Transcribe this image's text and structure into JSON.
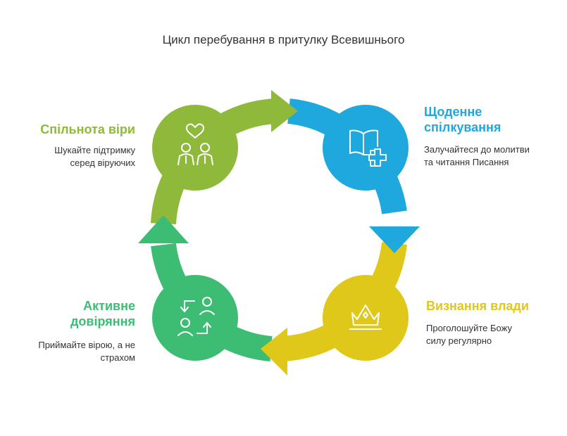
{
  "title": "Цикл перебування в притулку Всевишнього",
  "colors": {
    "green": "#8eb93a",
    "blue": "#1ea8dd",
    "yellow": "#dfc81a",
    "teal": "#3dbd74"
  },
  "stages": {
    "community": {
      "heading": "Спільнота віри",
      "description_line1": "Шукайте підтримку",
      "description_line2": "серед віруючих",
      "icon": "people-heart-icon"
    },
    "communication": {
      "heading_line1": "Щоденне",
      "heading_line2": "спілкування",
      "description_line1": "Залучайтеся до молитви",
      "description_line2": "та читання Писання",
      "icon": "book-plus-icon"
    },
    "authority": {
      "heading": "Визнання влади",
      "description_line1": "Проголошуйте Божу",
      "description_line2": "силу регулярно",
      "icon": "crown-icon"
    },
    "trust": {
      "heading_line1": "Активне",
      "heading_line2": "довіряння",
      "description_line1": "Приймайте вірою, а не",
      "description_line2": "страхом",
      "icon": "exchange-people-icon"
    }
  }
}
